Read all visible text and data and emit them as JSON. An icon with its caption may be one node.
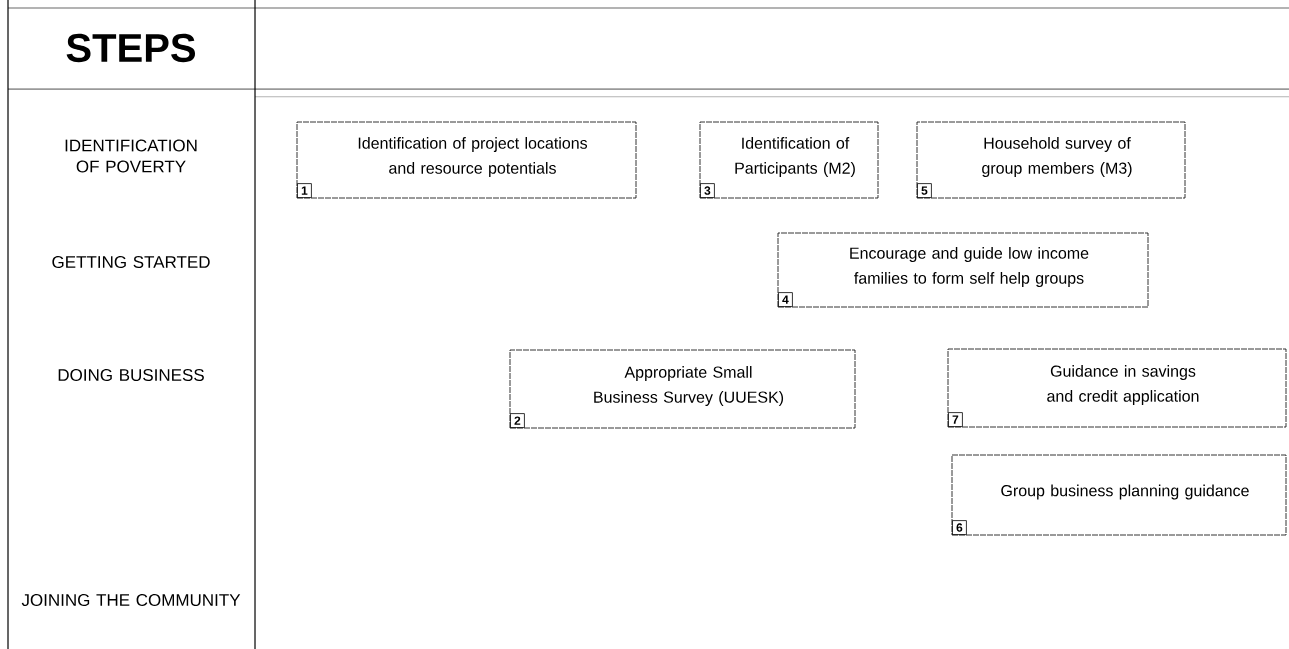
{
  "diagram": {
    "nodes": [
      {
        "text": [
          "Identification of project locations and resource potentials",
          "1"
        ]
      },
      {
        "text": [
          "Identification of Participants (M2)",
          "3"
        ]
      },
      {
        "text": [
          "Household survey of group members (M3)",
          "5"
        ]
      },
      {
        "text": [
          "Encourage and guide low income families to form self help groups",
          "4"
        ]
      },
      {
        "text": [
          "Appropriate Small Business Survey (UUESK)",
          "2"
        ]
      },
      {
        "text": [
          "Guidance in savings and credit application",
          "7"
        ]
      },
      {
        "text": [
          "Group business planning guidance",
          "6"
        ]
      }
    ],
    "labels": [
      "STEPS",
      "IDENTIFICATION OF POVERTY",
      "GETTING STARTED",
      "DOING BUSINESS",
      "JOINING THE COMMUNITY"
    ]
  }
}
